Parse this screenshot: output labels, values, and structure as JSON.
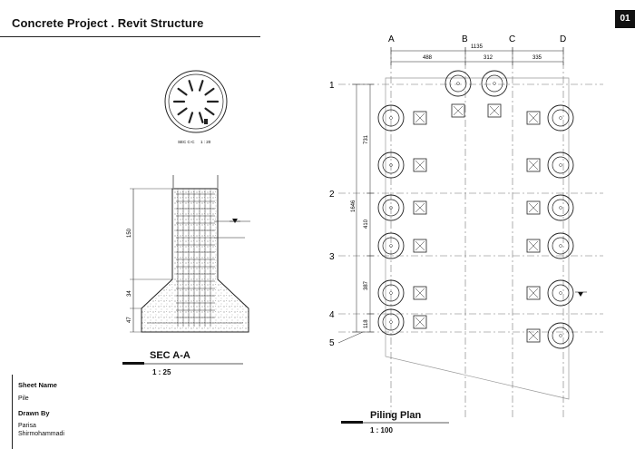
{
  "header": {
    "title": "Concrete Project . Revit Structure",
    "sheet_number": "01"
  },
  "title_block": {
    "sheet_name_label": "Sheet Name",
    "sheet_name_value": "Pile",
    "drawn_by_label": "Drawn By",
    "drawn_by_line1": "Parisa",
    "drawn_by_line2": "Shirmohammadi"
  },
  "pile_section": {
    "label": "SEC C-C",
    "scale": "1 : 20"
  },
  "section_aa": {
    "title": "SEC A-A",
    "scale": "1 : 25",
    "dims": [
      "150",
      "34",
      "47"
    ]
  },
  "piling_plan": {
    "title": "Piling Plan",
    "scale": "1 : 100",
    "grid_columns": [
      "A",
      "B",
      "C",
      "D"
    ],
    "grid_rows": [
      "1",
      "2",
      "3",
      "4",
      "5"
    ],
    "top_overall_dim": "1135",
    "top_dims": [
      "488",
      "312",
      "335"
    ],
    "left_overall_dim": "1646",
    "left_dims": [
      "731",
      "410",
      "387",
      "118"
    ]
  },
  "colors": {
    "line": "#222222",
    "grid": "#888888",
    "accent": "#111111"
  }
}
